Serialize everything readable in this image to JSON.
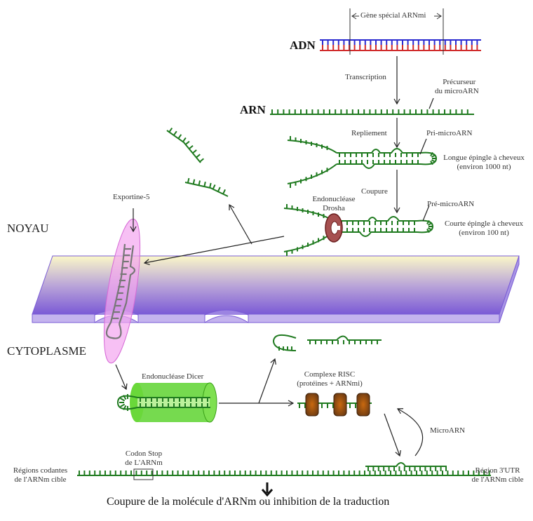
{
  "title": "Biogenèse et mode d'action des microARN",
  "compartments": {
    "nucleus": "NOYAU",
    "cytoplasm": "CYTOPLASME"
  },
  "dna": {
    "label": "ADN",
    "gene_bracket": "Gène spécial ARNmi",
    "strand_colors": {
      "top": "#2a2ad0",
      "bottom": "#d02a2a"
    }
  },
  "steps": {
    "transcription": "Transcription",
    "folding": "Repliement",
    "cleavage": "Coupure"
  },
  "rna": {
    "label": "ARN",
    "precursor_line1": "Précurseur",
    "precursor_line2": "du microARN"
  },
  "pri_mirna": {
    "name": "Pri-microARN",
    "desc_line1": "Longue épingle à cheveux",
    "desc_line2": "(environ 1000 nt)"
  },
  "pre_mirna": {
    "name": "Pré-microARN",
    "desc_line1": "Courte épingle à cheveux",
    "desc_line2": "(environ 100 nt)"
  },
  "drosha": {
    "line1": "Endonucléase",
    "line2": "Drosha"
  },
  "exportin": "Exportine-5",
  "dicer": "Endonucléase Dicer",
  "risc": {
    "line1": "Complexe RISC",
    "line2": "(protéines + ARNmi)"
  },
  "microrna_label": "MicroARN",
  "mrna": {
    "coding_line1": "Régions codantes",
    "coding_line2": "de l'ARNm cible",
    "stop_line1": "Codon Stop",
    "stop_line2": "de L'ARNm",
    "utr_line1": "Région 3'UTR",
    "utr_line2": "de l'ARNm cible"
  },
  "outcome": "Coupure de la molécule d'ARNm ou inhibition de la traduction",
  "colors": {
    "rna_green": "#1f7a1f",
    "membrane_top": "#fbf8c8",
    "membrane_bottom": "#7d5ad8",
    "membrane_edge": "#c2b0ec",
    "exportin_pink": "#f5a8f0",
    "drosha_red": "#8c2a2a",
    "dicer_green": "#5bd42e",
    "risc_brown": "#6b3a12"
  }
}
